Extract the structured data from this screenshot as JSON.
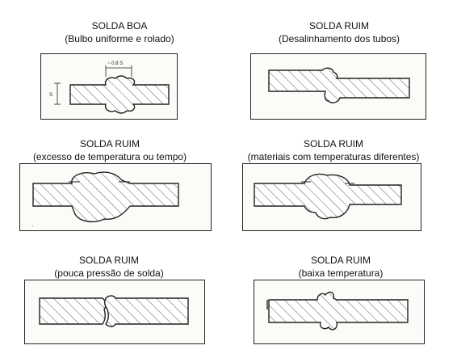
{
  "panels": [
    {
      "title": "SOLDA BOA",
      "subtitle": "(Bulbo uniforme e rolado)",
      "dim_top": "~ 0,8 S",
      "dim_side": "S"
    },
    {
      "title": "SOLDA RUIM",
      "subtitle": "(Desalinhamento dos tubos)"
    },
    {
      "title": "SOLDA RUIM",
      "subtitle": "(excesso de temperatura ou tempo)"
    },
    {
      "title": "SOLDA RUIM",
      "subtitle": "(materiais com temperaturas diferentes)"
    },
    {
      "title": "SOLDA RUIM",
      "subtitle": "(pouca pressão de solda)"
    },
    {
      "title": "SOLDA RUIM",
      "subtitle": "(baixa temperatura)"
    }
  ]
}
